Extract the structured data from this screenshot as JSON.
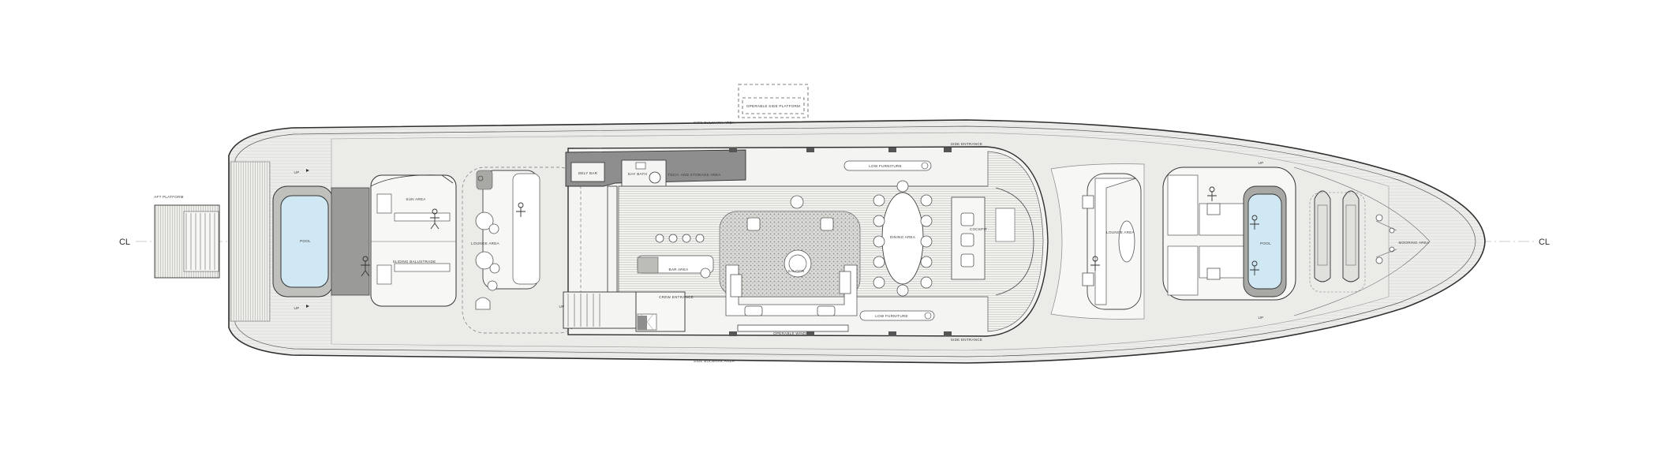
{
  "centerline": {
    "left": "CL",
    "right": "CL"
  },
  "labels": {
    "aft_platform": "AFT PLATFORM",
    "pool_aft": "POOL",
    "sun_area": "SUN AREA",
    "sliding_balustrade": "SLIDING BALUSTRADE",
    "lounge_aft": "LOUNGE AREA",
    "day_bar": "DELY BAR",
    "day_bath": "DAY BATH",
    "tech_storage": "TECH. AND STORAGE AREA",
    "side_platform": "OPERABLE SIDE PLATFORM",
    "low_furniture_top": "LOW FURNITURE",
    "low_furniture_bottom": "LOW FURNITURE",
    "dining_area": "DINING AREA",
    "cockpit": "COCKPIT",
    "bar_area": "BAR AREA",
    "saloon": "SALOON",
    "crew_entrance": "CREW ENTRANCE",
    "operable_window": "OPERABLE WINDOW",
    "side_entrance_top": "SIDE ENTRANCE",
    "side_entrance_bottom": "SIDE ENTRANCE",
    "lounge_fwd": "LOUNGE AREA",
    "pool_fwd": "POOL",
    "mooring_area": "MOORING AREA",
    "side_bulwark_top": "SIDE BULWARK AREA",
    "side_bulwark_bottom": "SIDE BULWARK AREA",
    "up_marks": [
      "UP",
      "UP",
      "UP",
      "UP",
      "UP"
    ]
  },
  "colors": {
    "deck": "#efefec",
    "inner_deck": "#e4e4df",
    "pool": "#cfe8f3",
    "dark_panel": "#8e8e8e",
    "teak": "#d7d7d2",
    "stone": "#bdbdb8"
  }
}
